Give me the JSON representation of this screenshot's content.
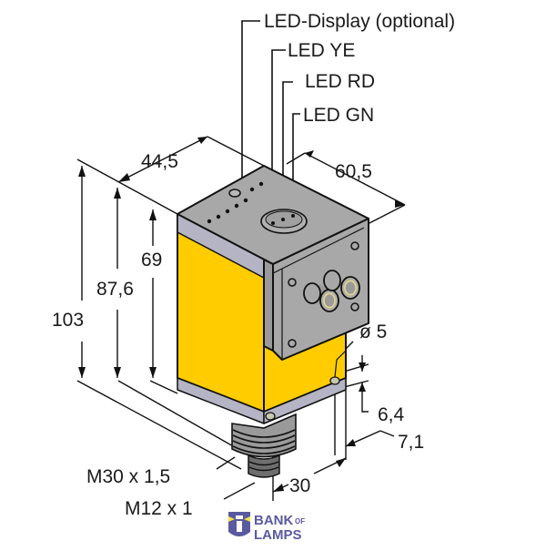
{
  "diagram": {
    "subject": "Sensor dimensional drawing",
    "colors": {
      "body_yellow": "#FFCC00",
      "head_grey": "#A8A8A8",
      "head_grey_dark": "#8E8E8E",
      "band_grey": "#B4B4C4",
      "outline": "#111111",
      "logo_purple": "#5A5AA0",
      "logo_yellow": "#F5E24A"
    },
    "callouts": {
      "led_display": "LED-Display (optional)",
      "led_ye": "LED YE",
      "led_rd": "LED RD",
      "led_gn": "LED GN"
    },
    "dimensions": {
      "width_top": "44,5",
      "depth_top": "60,5",
      "height_total": "103",
      "height_body": "87,6",
      "height_yellow": "69",
      "hole_diameter": "ø 5",
      "hole_offset": "6,4",
      "side_offset": "7,1",
      "connector_width": "30",
      "thread_large": "M30 x 1,5",
      "thread_small": "M12 x 1"
    },
    "logo": {
      "line1": "BANK",
      "line1_suffix": "OF",
      "line2": "LAMPS"
    }
  }
}
